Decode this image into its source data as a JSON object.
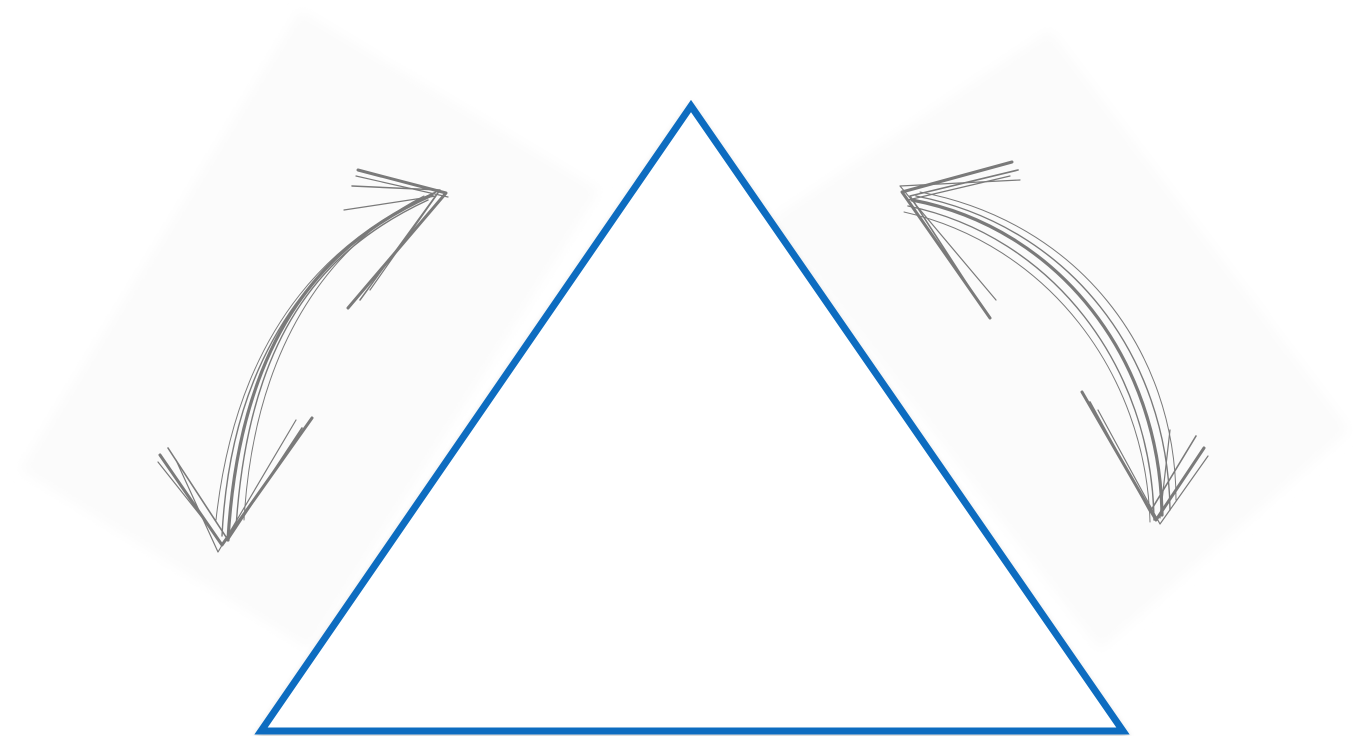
{
  "diagram": {
    "shape": "triangle",
    "connectors": [
      "curved-double-headed-arrow-left",
      "curved-double-headed-arrow-right"
    ],
    "colors": {
      "background": "#ffffff",
      "triangle_stroke": "#0a6cc0",
      "triangle_fill": "#ffffff",
      "arrow_stroke": "#7a7a7a",
      "arrow_panel": "#fbfbfb"
    }
  }
}
